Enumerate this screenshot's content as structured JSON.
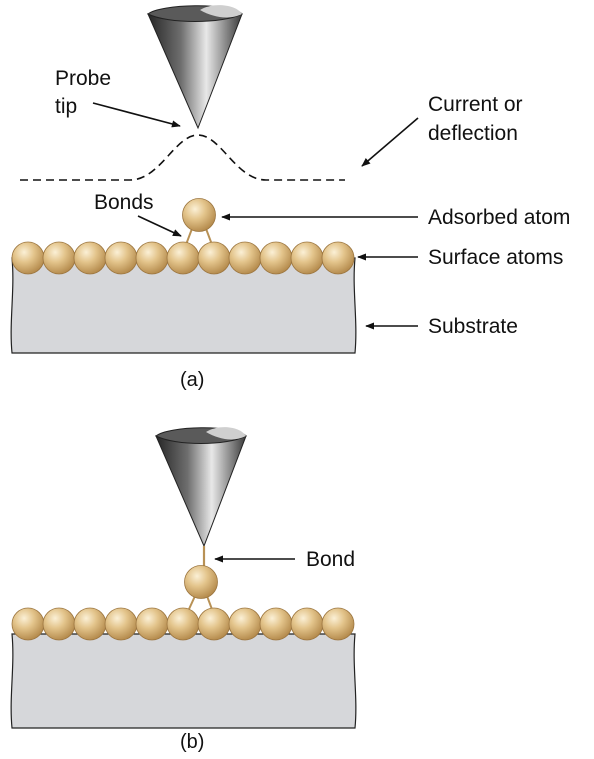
{
  "panel_a": {
    "labels": {
      "probe_tip_line1": "Probe",
      "probe_tip_line2": "tip",
      "current_line1": "Current or",
      "current_line2": "deflection",
      "bonds": "Bonds",
      "adsorbed_atom": "Adsorbed atom",
      "surface_atoms": "Surface atoms",
      "substrate": "Substrate"
    },
    "caption": "(a)"
  },
  "panel_b": {
    "labels": {
      "bond": "Bond"
    },
    "caption": "(b)"
  },
  "colors": {
    "atom": "#d9b77a",
    "atom_highlight": "#f6e6c2",
    "atom_edge": "#a9824a",
    "substrate": "#d6d7da",
    "probe_dark": "#2d2d2d",
    "probe_light": "#e6e6e6"
  }
}
